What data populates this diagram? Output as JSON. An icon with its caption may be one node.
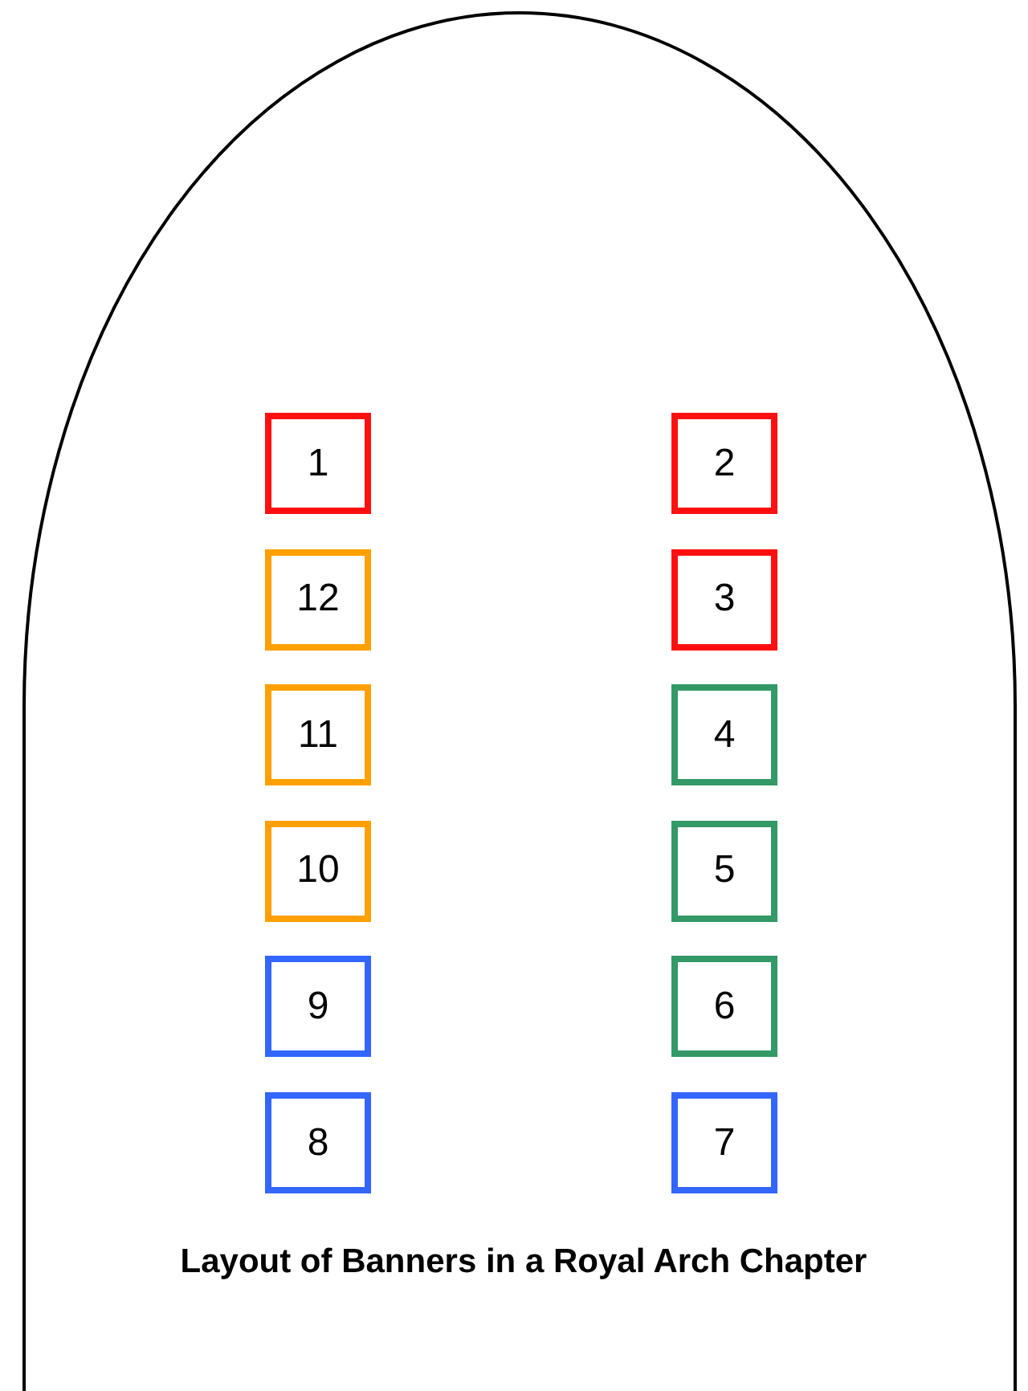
{
  "diagram": {
    "caption": "Layout of Banners in a Royal Arch Chapter",
    "nodes": [
      {
        "text": [],
        "shape": "arch"
      },
      {
        "text": [
          "1"
        ],
        "in": 0
      },
      {
        "text": [
          "2"
        ],
        "in": 0
      },
      {
        "text": [
          "12"
        ],
        "in": 0
      },
      {
        "text": [
          "3"
        ],
        "in": 0
      },
      {
        "text": [
          "11"
        ],
        "in": 0
      },
      {
        "text": [
          "4"
        ],
        "in": 0
      },
      {
        "text": [
          "10"
        ],
        "in": 0
      },
      {
        "text": [
          "5"
        ],
        "in": 0
      },
      {
        "text": [
          "9"
        ],
        "in": 0
      },
      {
        "text": [
          "6"
        ],
        "in": 0
      },
      {
        "text": [
          "8"
        ],
        "in": 0
      },
      {
        "text": [
          "7"
        ],
        "in": 0
      }
    ]
  }
}
